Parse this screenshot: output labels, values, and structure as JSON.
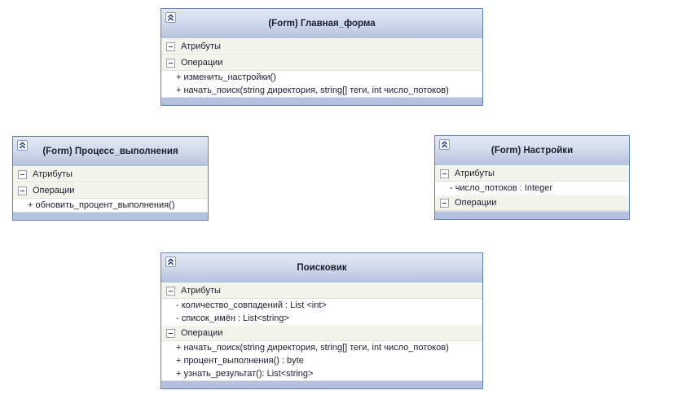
{
  "diagram_type": "uml-class-diagram",
  "colors": {
    "box_border": "#5d84ba",
    "header_gradient_top": "#e2e8f4",
    "header_gradient_bottom": "#b5c1dd",
    "footer_strip": "#b5c1dd",
    "section_row_bg": "#f2f4ec",
    "member_row_bg": "#ffffff",
    "text": "#1c1c30",
    "chevron_glyph": "#223a7d"
  },
  "icons": {
    "header_toggle": "double-chevron-up-icon",
    "section_toggle": "minus-icon"
  },
  "classes": [
    {
      "title": "(Form) Главная_форма",
      "sections": [
        {
          "label": "Атрибуты",
          "members": []
        },
        {
          "label": "Операции",
          "members": [
            "+ изменить_настройки()",
            "+ начать_поиск(string директория, string[] теги, int число_потоков)"
          ]
        }
      ]
    },
    {
      "title": "(Form) Процесс_выполнения",
      "sections": [
        {
          "label": "Атрибуты",
          "members": []
        },
        {
          "label": "Операции",
          "members": [
            "+ обновить_процент_выполнения()"
          ]
        }
      ]
    },
    {
      "title": "(Form) Настройки",
      "sections": [
        {
          "label": "Атрибуты",
          "members": [
            "- число_потоков : Integer"
          ]
        },
        {
          "label": "Операции",
          "members": []
        }
      ]
    },
    {
      "title": "Поисковик",
      "sections": [
        {
          "label": "Атрибуты",
          "members": [
            "- количество_совпадений : List <int>",
            "- список_имён : List<string>"
          ]
        },
        {
          "label": "Операции",
          "members": [
            "+ начать_поиск(string директория, string[] теги, int число_потоков)",
            "+ процент_выполнения() : byte",
            "+ узнать_результат(): List<string>"
          ]
        }
      ]
    }
  ]
}
